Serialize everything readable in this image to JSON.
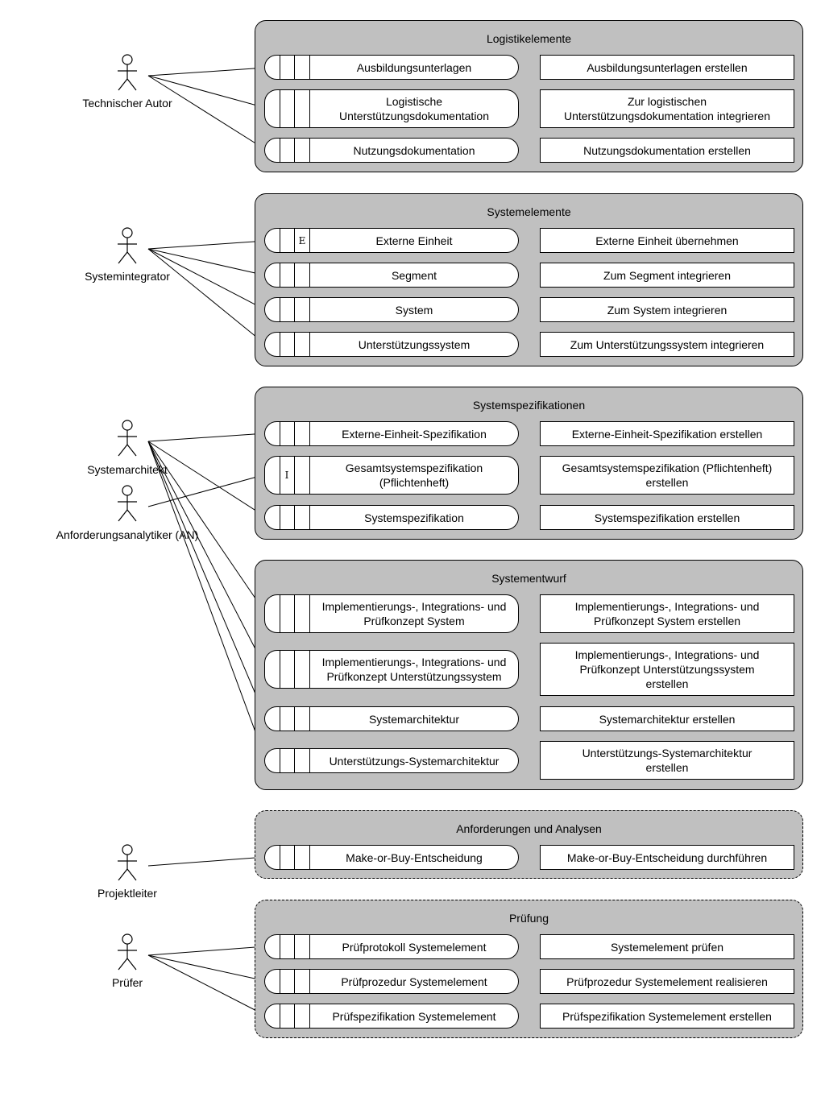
{
  "roles": {
    "technischer_autor": "Technischer Autor",
    "systemintegrator": "Systemintegrator",
    "systemarchitekt": "Systemarchitekt",
    "anforderungsanalytiker": "Anforderungsanalytiker (AN)",
    "projektleiter": "Projektleiter",
    "pruefer": "Prüfer"
  },
  "groups": {
    "logistik": {
      "title": "Logistikelemente",
      "rows": [
        {
          "product": "Ausbildungsunterlagen",
          "activity": "Ausbildungsunterlagen erstellen"
        },
        {
          "product": "Logistische\nUnterstützungsdokumentation",
          "activity": "Zur logistischen\nUnterstützungsdokumentation integrieren"
        },
        {
          "product": "Nutzungsdokumentation",
          "activity": "Nutzungsdokumentation erstellen"
        }
      ]
    },
    "systemelemente": {
      "title": "Systemelemente",
      "rows": [
        {
          "product": "Externe Einheit",
          "marker": "E",
          "activity": "Externe Einheit übernehmen"
        },
        {
          "product": "Segment",
          "activity": "Zum Segment integrieren"
        },
        {
          "product": "System",
          "activity": "Zum System integrieren"
        },
        {
          "product": "Unterstützungssystem",
          "activity": "Zum Unterstützungssystem integrieren"
        }
      ]
    },
    "spezifikationen": {
      "title": "Systemspezifikationen",
      "rows": [
        {
          "product": "Externe-Einheit-Spezifikation",
          "activity": "Externe-Einheit-Spezifikation erstellen"
        },
        {
          "product": "Gesamtsystemspezifikation\n(Pflichtenheft)",
          "marker": "I",
          "activity": "Gesamtsystemspezifikation (Pflichtenheft)\nerstellen"
        },
        {
          "product": "Systemspezifikation",
          "activity": "Systemspezifikation erstellen"
        }
      ]
    },
    "entwurf": {
      "title": "Systementwurf",
      "rows": [
        {
          "product": "Implementierungs-, Integrations- und\nPrüfkonzept System",
          "activity": "Implementierungs-, Integrations- und\nPrüfkonzept System erstellen"
        },
        {
          "product": "Implementierungs-, Integrations- und\nPrüfkonzept Unterstützungssystem",
          "activity": "Implementierungs-, Integrations- und\nPrüfkonzept Unterstützungssystem\nerstellen"
        },
        {
          "product": "Systemarchitektur",
          "activity": "Systemarchitektur erstellen"
        },
        {
          "product": "Unterstützungs-Systemarchitektur",
          "activity": "Unterstützungs-Systemarchitektur\nerstellen"
        }
      ]
    },
    "anforderungen": {
      "title": "Anforderungen und Analysen",
      "rows": [
        {
          "product": "Make-or-Buy-Entscheidung",
          "activity": "Make-or-Buy-Entscheidung durchführen"
        }
      ]
    },
    "pruefung": {
      "title": "Prüfung",
      "rows": [
        {
          "product": "Prüfprotokoll Systemelement",
          "activity": "Systemelement prüfen"
        },
        {
          "product": "Prüfprozedur Systemelement",
          "activity": "Prüfprozedur Systemelement realisieren"
        },
        {
          "product": "Prüfspezifikation Systemelement",
          "activity": "Prüfspezifikation Systemelement erstellen"
        }
      ]
    }
  }
}
